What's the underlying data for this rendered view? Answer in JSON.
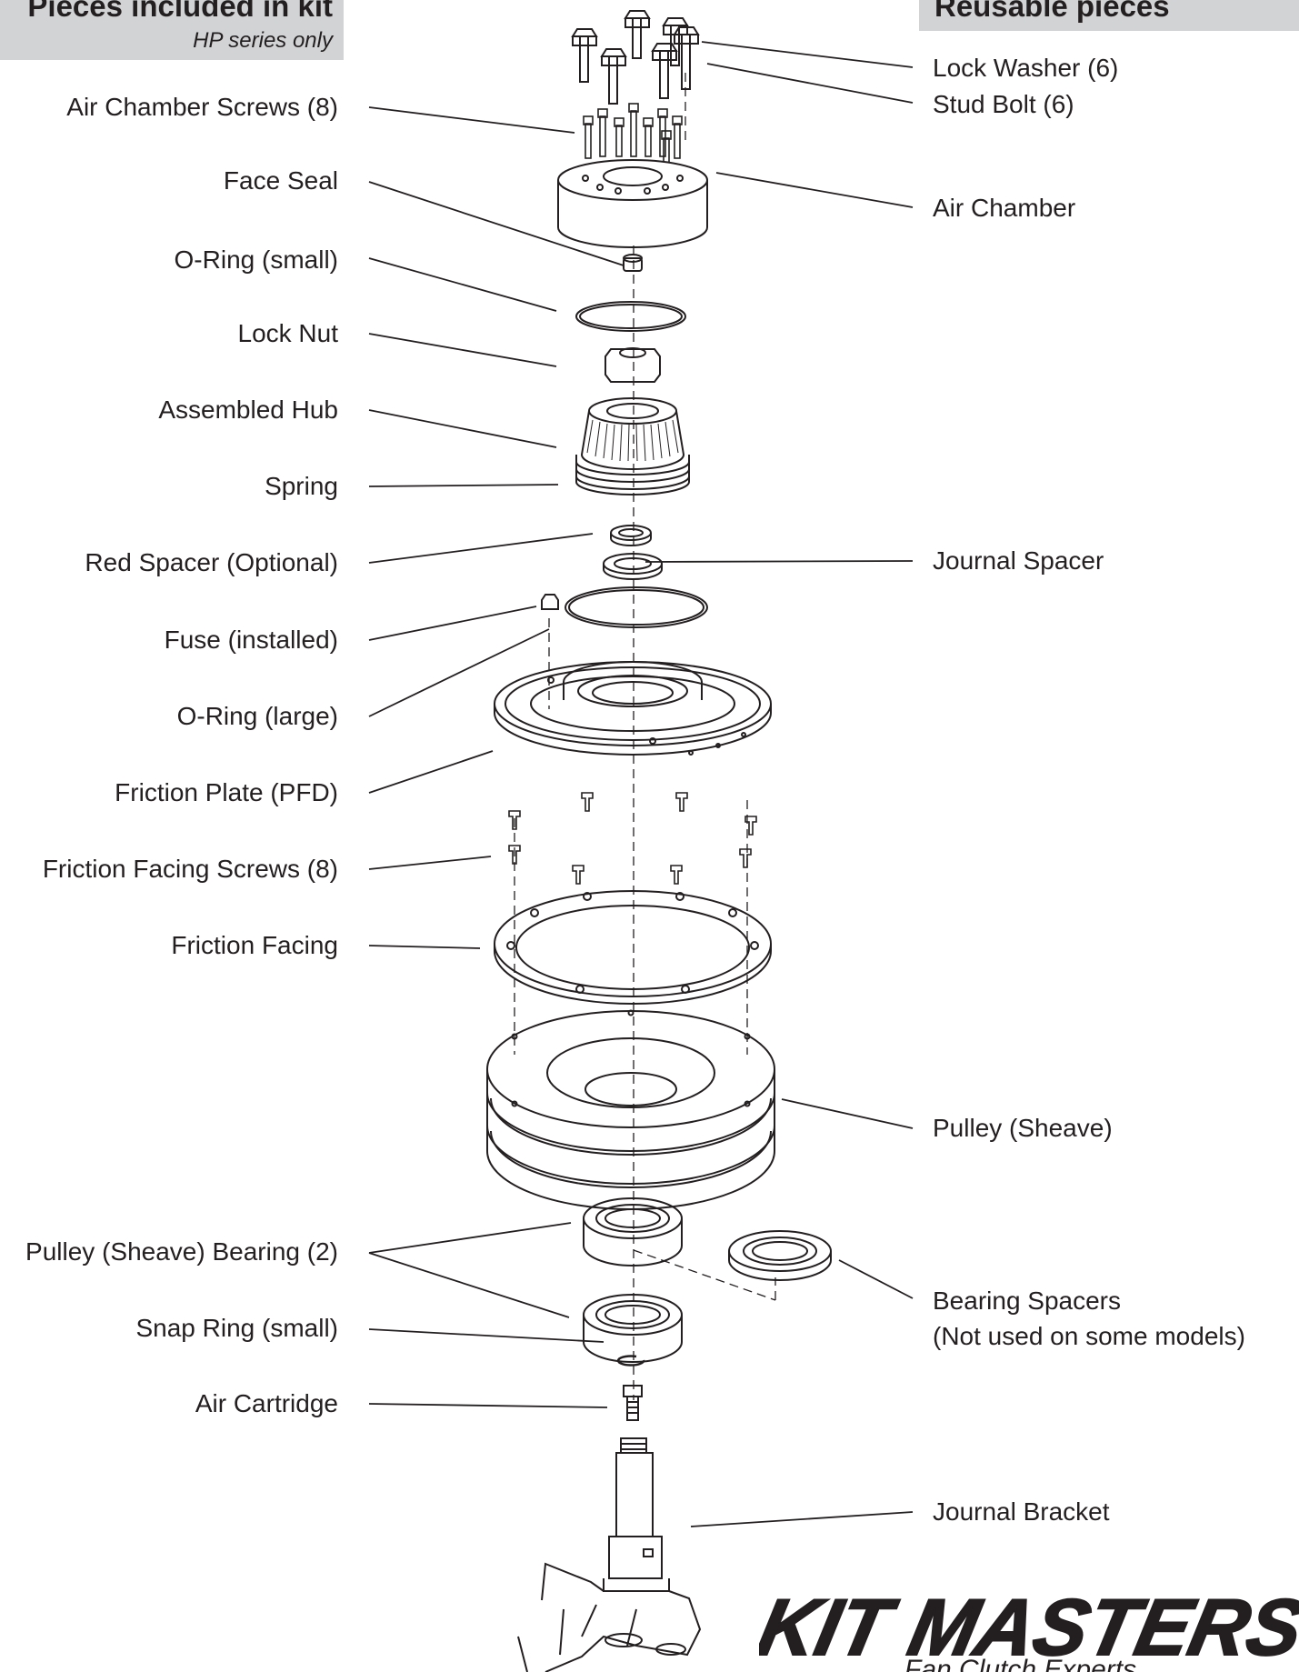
{
  "header_left": {
    "title": "Pieces included in kit",
    "subtitle": "HP series only"
  },
  "header_right": {
    "title": "Reusable pieces"
  },
  "labels_left": [
    "Air Chamber Screws (8)",
    "Face Seal",
    "O-Ring (small)",
    "Lock Nut",
    "Assembled Hub",
    "Spring",
    "Red Spacer (Optional)",
    "Fuse (installed)",
    "O-Ring (large)",
    "Friction Plate (PFD)",
    "Friction Facing Screws (8)",
    "Friction Facing",
    "Pulley (Sheave) Bearing (2)",
    "Snap Ring (small)",
    "Air Cartridge"
  ],
  "labels_right": [
    "Lock Washer (6)",
    "Stud Bolt (6)",
    "Air Chamber",
    "Journal Spacer",
    "Pulley (Sheave)",
    "Bearing Spacers",
    "(Not used on some models)",
    "Journal Bracket"
  ],
  "logo": {
    "brand": "KIT MASTERS",
    "tagline": "Fan Clutch Experts"
  },
  "colors": {
    "header_bg": "#d2d3d5",
    "text": "#231f20",
    "line": "#231f20"
  }
}
